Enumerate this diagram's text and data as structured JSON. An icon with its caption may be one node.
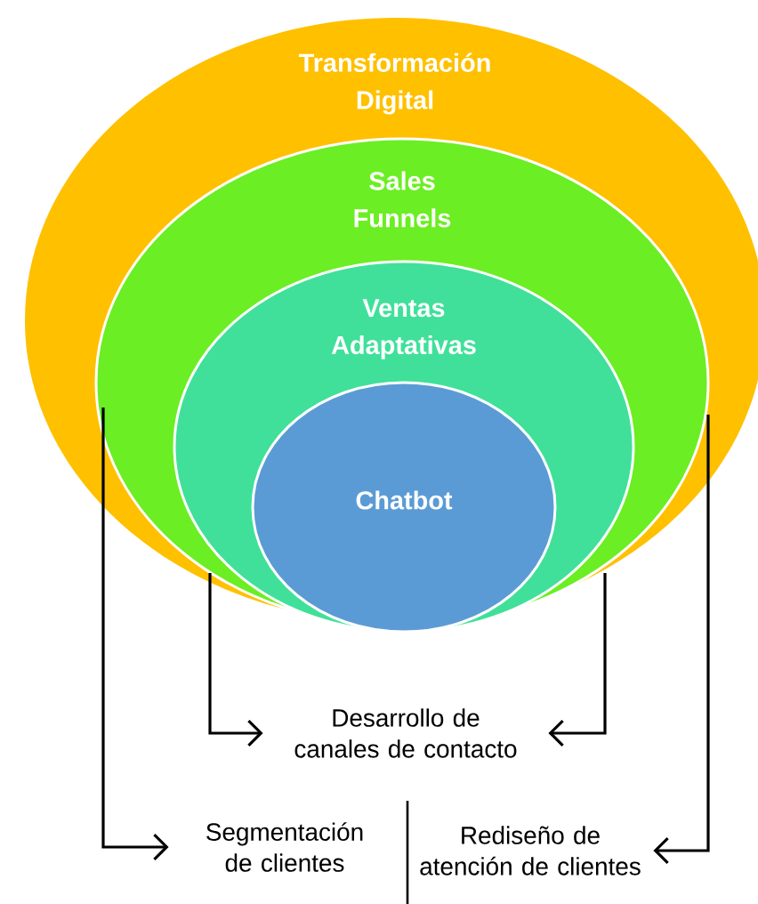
{
  "diagram": {
    "nodes": [
      {
        "text": [
          "Transformación Digital"
        ]
      },
      {
        "text": [
          "Sales Funnels"
        ],
        "in": 0
      },
      {
        "text": [
          "Ventas Adaptativas"
        ],
        "in": 1
      },
      {
        "text": [
          "Chatbot"
        ],
        "in": 2
      },
      {
        "text": [
          "Desarrollo de canales de contacto"
        ]
      },
      {
        "text": [
          "Segmentación de clientes"
        ]
      },
      {
        "text": [
          "Rediseño de atención de clientes"
        ]
      }
    ],
    "edges": [
      {
        "from": 2,
        "to": 4,
        "arrow": "to"
      },
      {
        "from": 2,
        "to": 4,
        "arrow": "to"
      },
      {
        "from": 1,
        "to": 5,
        "arrow": "to"
      },
      {
        "from": 1,
        "to": 6,
        "arrow": "to"
      }
    ]
  }
}
